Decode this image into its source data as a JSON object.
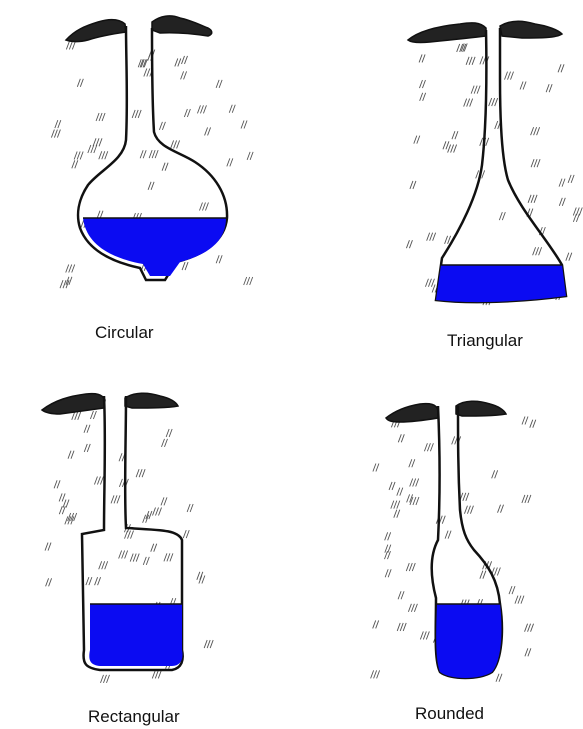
{
  "captions": {
    "circular": "Circular",
    "triangular": "Triangular",
    "rectangular": "Rectangular",
    "rounded": "Rounded"
  },
  "colors": {
    "water": "#0b0bf2",
    "outline": "#111111",
    "soil_hatch": "#333333",
    "background": "#ffffff"
  }
}
